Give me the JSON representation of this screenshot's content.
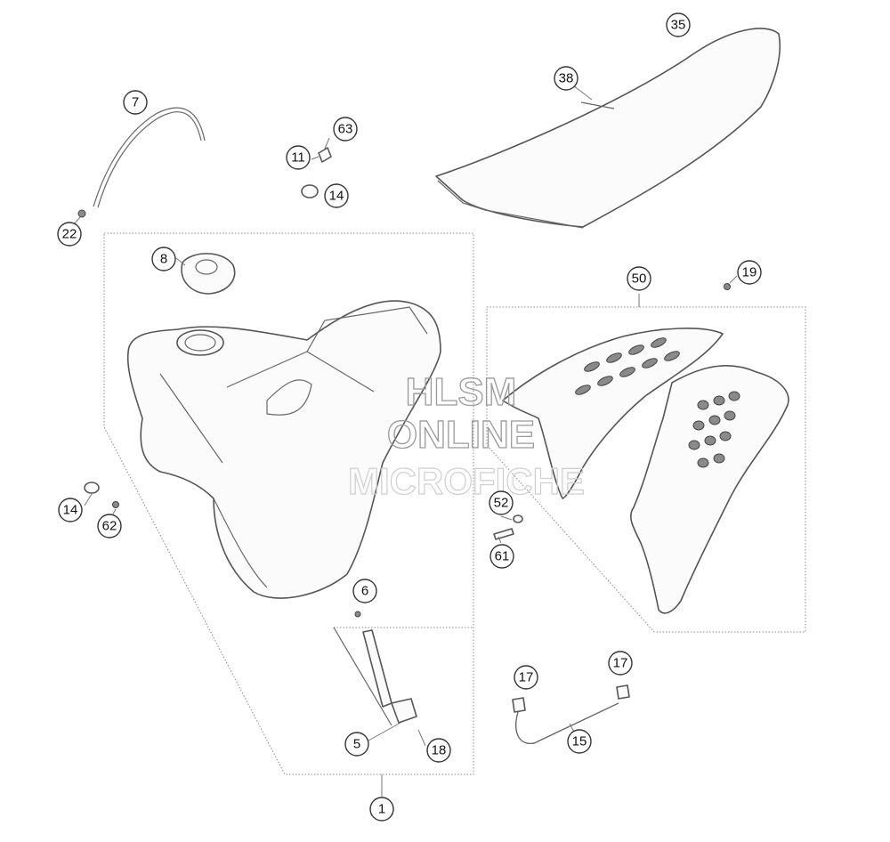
{
  "watermark": {
    "line1": "HLSM",
    "line2": "ONLINE",
    "line3": "MICROFICHE"
  },
  "callouts": [
    {
      "id": "35",
      "label": "35"
    },
    {
      "id": "38",
      "label": "38"
    },
    {
      "id": "7",
      "label": "7"
    },
    {
      "id": "63",
      "label": "63"
    },
    {
      "id": "11",
      "label": "11"
    },
    {
      "id": "14a",
      "label": "14"
    },
    {
      "id": "22",
      "label": "22"
    },
    {
      "id": "8",
      "label": "8"
    },
    {
      "id": "50",
      "label": "50"
    },
    {
      "id": "19",
      "label": "19"
    },
    {
      "id": "14b",
      "label": "14"
    },
    {
      "id": "62",
      "label": "62"
    },
    {
      "id": "52",
      "label": "52"
    },
    {
      "id": "61",
      "label": "61"
    },
    {
      "id": "6",
      "label": "6"
    },
    {
      "id": "17a",
      "label": "17"
    },
    {
      "id": "17b",
      "label": "17"
    },
    {
      "id": "5",
      "label": "5"
    },
    {
      "id": "18",
      "label": "18"
    },
    {
      "id": "15",
      "label": "15"
    },
    {
      "id": "1",
      "label": "1"
    }
  ]
}
